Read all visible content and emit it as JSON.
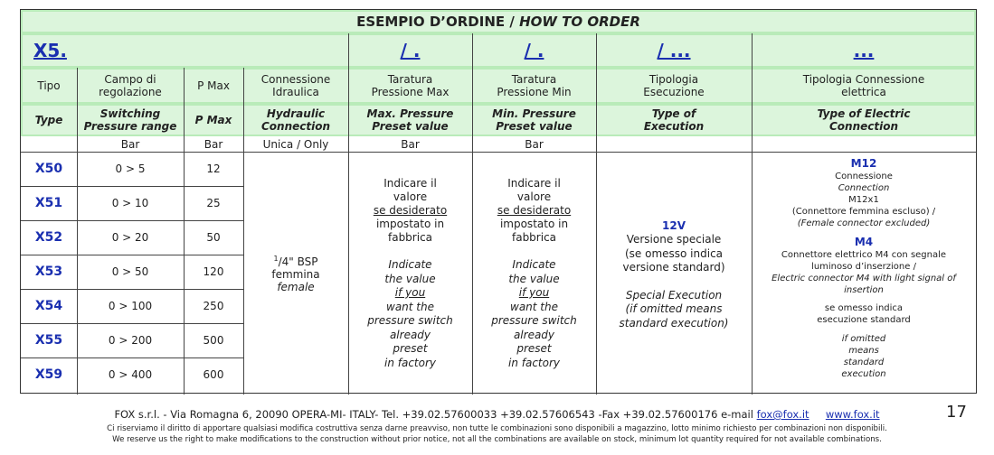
{
  "title": {
    "main": "ESEMPIO D’ORDINE /",
    "sub": "HOW TO ORDER"
  },
  "order_row": [
    "X5.",
    "/ .",
    "/ .",
    "/ ...",
    "..."
  ],
  "headers_it": [
    "Tipo",
    "Campo di regolazione",
    "P Max",
    "Connessione Idraulica",
    "Taratura Pressione Max",
    "Taratura Pressione Min",
    "Tipologia Esecuzione",
    "Tipologia Connessione elettrica"
  ],
  "headers_en": [
    "Type",
    "Switching Pressure range",
    "P Max",
    "Hydraulic Connection",
    "Max. Pressure Preset value",
    "Min. Pressure Preset value",
    "Type of Execution",
    "Type of Electric Connection"
  ],
  "units": [
    "",
    "Bar",
    "Bar",
    "Unica / Only",
    "Bar",
    "Bar",
    "",
    ""
  ],
  "rows": [
    {
      "type": "X50",
      "range": "0 > 5",
      "pmax": "12"
    },
    {
      "type": "X51",
      "range": "0 > 10",
      "pmax": "25"
    },
    {
      "type": "X52",
      "range": "0 > 20",
      "pmax": "50"
    },
    {
      "type": "X53",
      "range": "0 > 50",
      "pmax": "120"
    },
    {
      "type": "X54",
      "range": "0 > 100",
      "pmax": "250"
    },
    {
      "type": "X55",
      "range": "0 > 200",
      "pmax": "500"
    },
    {
      "type": "X59",
      "range": "0 > 400",
      "pmax": "600"
    }
  ],
  "hydraulic": {
    "sup": "1",
    "frac": "/4\" BSP",
    "line2": "femmina",
    "line3": "female"
  },
  "preset_max": {
    "it": [
      "Indicare il",
      "valore",
      "se desiderato",
      "impostato in",
      "fabbrica"
    ],
    "en": [
      "Indicate",
      "the value",
      "if you",
      "want the",
      "pressure switch",
      "already",
      "preset",
      "in factory"
    ]
  },
  "preset_min": {
    "it": [
      "Indicare il",
      "valore",
      "se desiderato",
      "impostato in",
      "fabbrica"
    ],
    "en": [
      "Indicate",
      "the value",
      "if you",
      "want the",
      "pressure switch",
      "already",
      "preset",
      "in factory"
    ]
  },
  "execution": {
    "code": "12V",
    "it": [
      "Versione speciale",
      "(se omesso indica",
      "versione standard)"
    ],
    "en": [
      "Special Execution",
      "(if omitted means",
      "standard execution)"
    ]
  },
  "electric": {
    "m12": "M12",
    "m12_it": "Connessione",
    "m12_en": "Connection",
    "m12_size": "M12x1",
    "m12_note_it": "(Connettore femmina escluso) /",
    "m12_note_en": "(Female connector excluded)",
    "m4": "M4",
    "m4_it": "Connettore elettrico M4 con segnale luminoso d’inserzione /",
    "m4_en": "Electric connector M4 with light signal of insertion",
    "std_it": "se omesso indica esecuzione standard",
    "std_en": "if omitted means standard execution"
  },
  "footer": {
    "address": "FOX s.r.l. - Via Romagna 6, 20090 OPERA-MI- ITALY- Tel. +39.02.57600033 +39.02.57606543 -Fax +39.02.57600176 e-mail",
    "email": "fox@fox.it",
    "web": "www.fox.it",
    "page": "17",
    "disclaimer_it": "Ci riserviamo il diritto di apportare qualsiasi modifica costruttiva senza darne preavviso, non tutte le combinazioni sono disponibili a magazzino, lotto minimo richiesto per combinazioni non disponibili.",
    "disclaimer_en": "We reserve us the right to make modifications to the construction without prior notice, not all the combinations are available on stock, minimum lot quantity required for not available combinations."
  }
}
